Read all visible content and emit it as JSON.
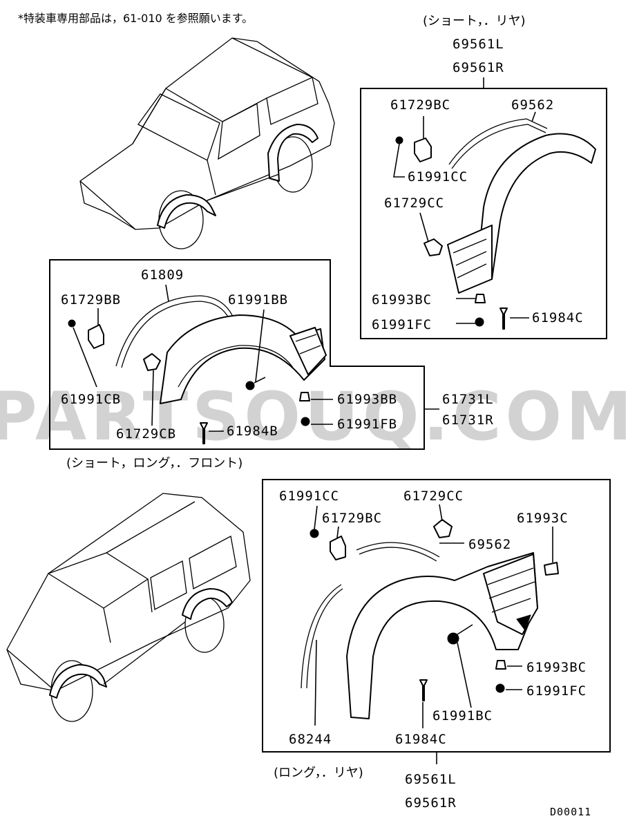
{
  "header_note": "*特装車専用部品は，61-010 を参照願います。",
  "watermark": "PARTSOUQ.COM",
  "diagram_code": "D00011",
  "groups": {
    "short_rear": {
      "caption": "(ショート，．リヤ)",
      "assembly": [
        "69561L",
        "69561R"
      ],
      "parts": [
        "61729BC",
        "69562",
        "61991CC",
        "61729CC",
        "61993BC",
        "61991FC",
        "61984C"
      ]
    },
    "front": {
      "caption": "(ショート，ロング，．フロント)",
      "assembly": [
        "61731L",
        "61731R"
      ],
      "parts": [
        "61809",
        "61729BB",
        "61991BB",
        "61991CB",
        "61993BB",
        "61991FB",
        "61729CB",
        "61984B"
      ]
    },
    "long_rear": {
      "caption": "(ロング，．リヤ)",
      "assembly": [
        "69561L",
        "69561R"
      ],
      "parts": [
        "61991CC",
        "61729CC",
        "61729BC",
        "61993C",
        "69562",
        "61993BC",
        "61991FC",
        "68244",
        "61984C",
        "61991BC"
      ]
    }
  }
}
